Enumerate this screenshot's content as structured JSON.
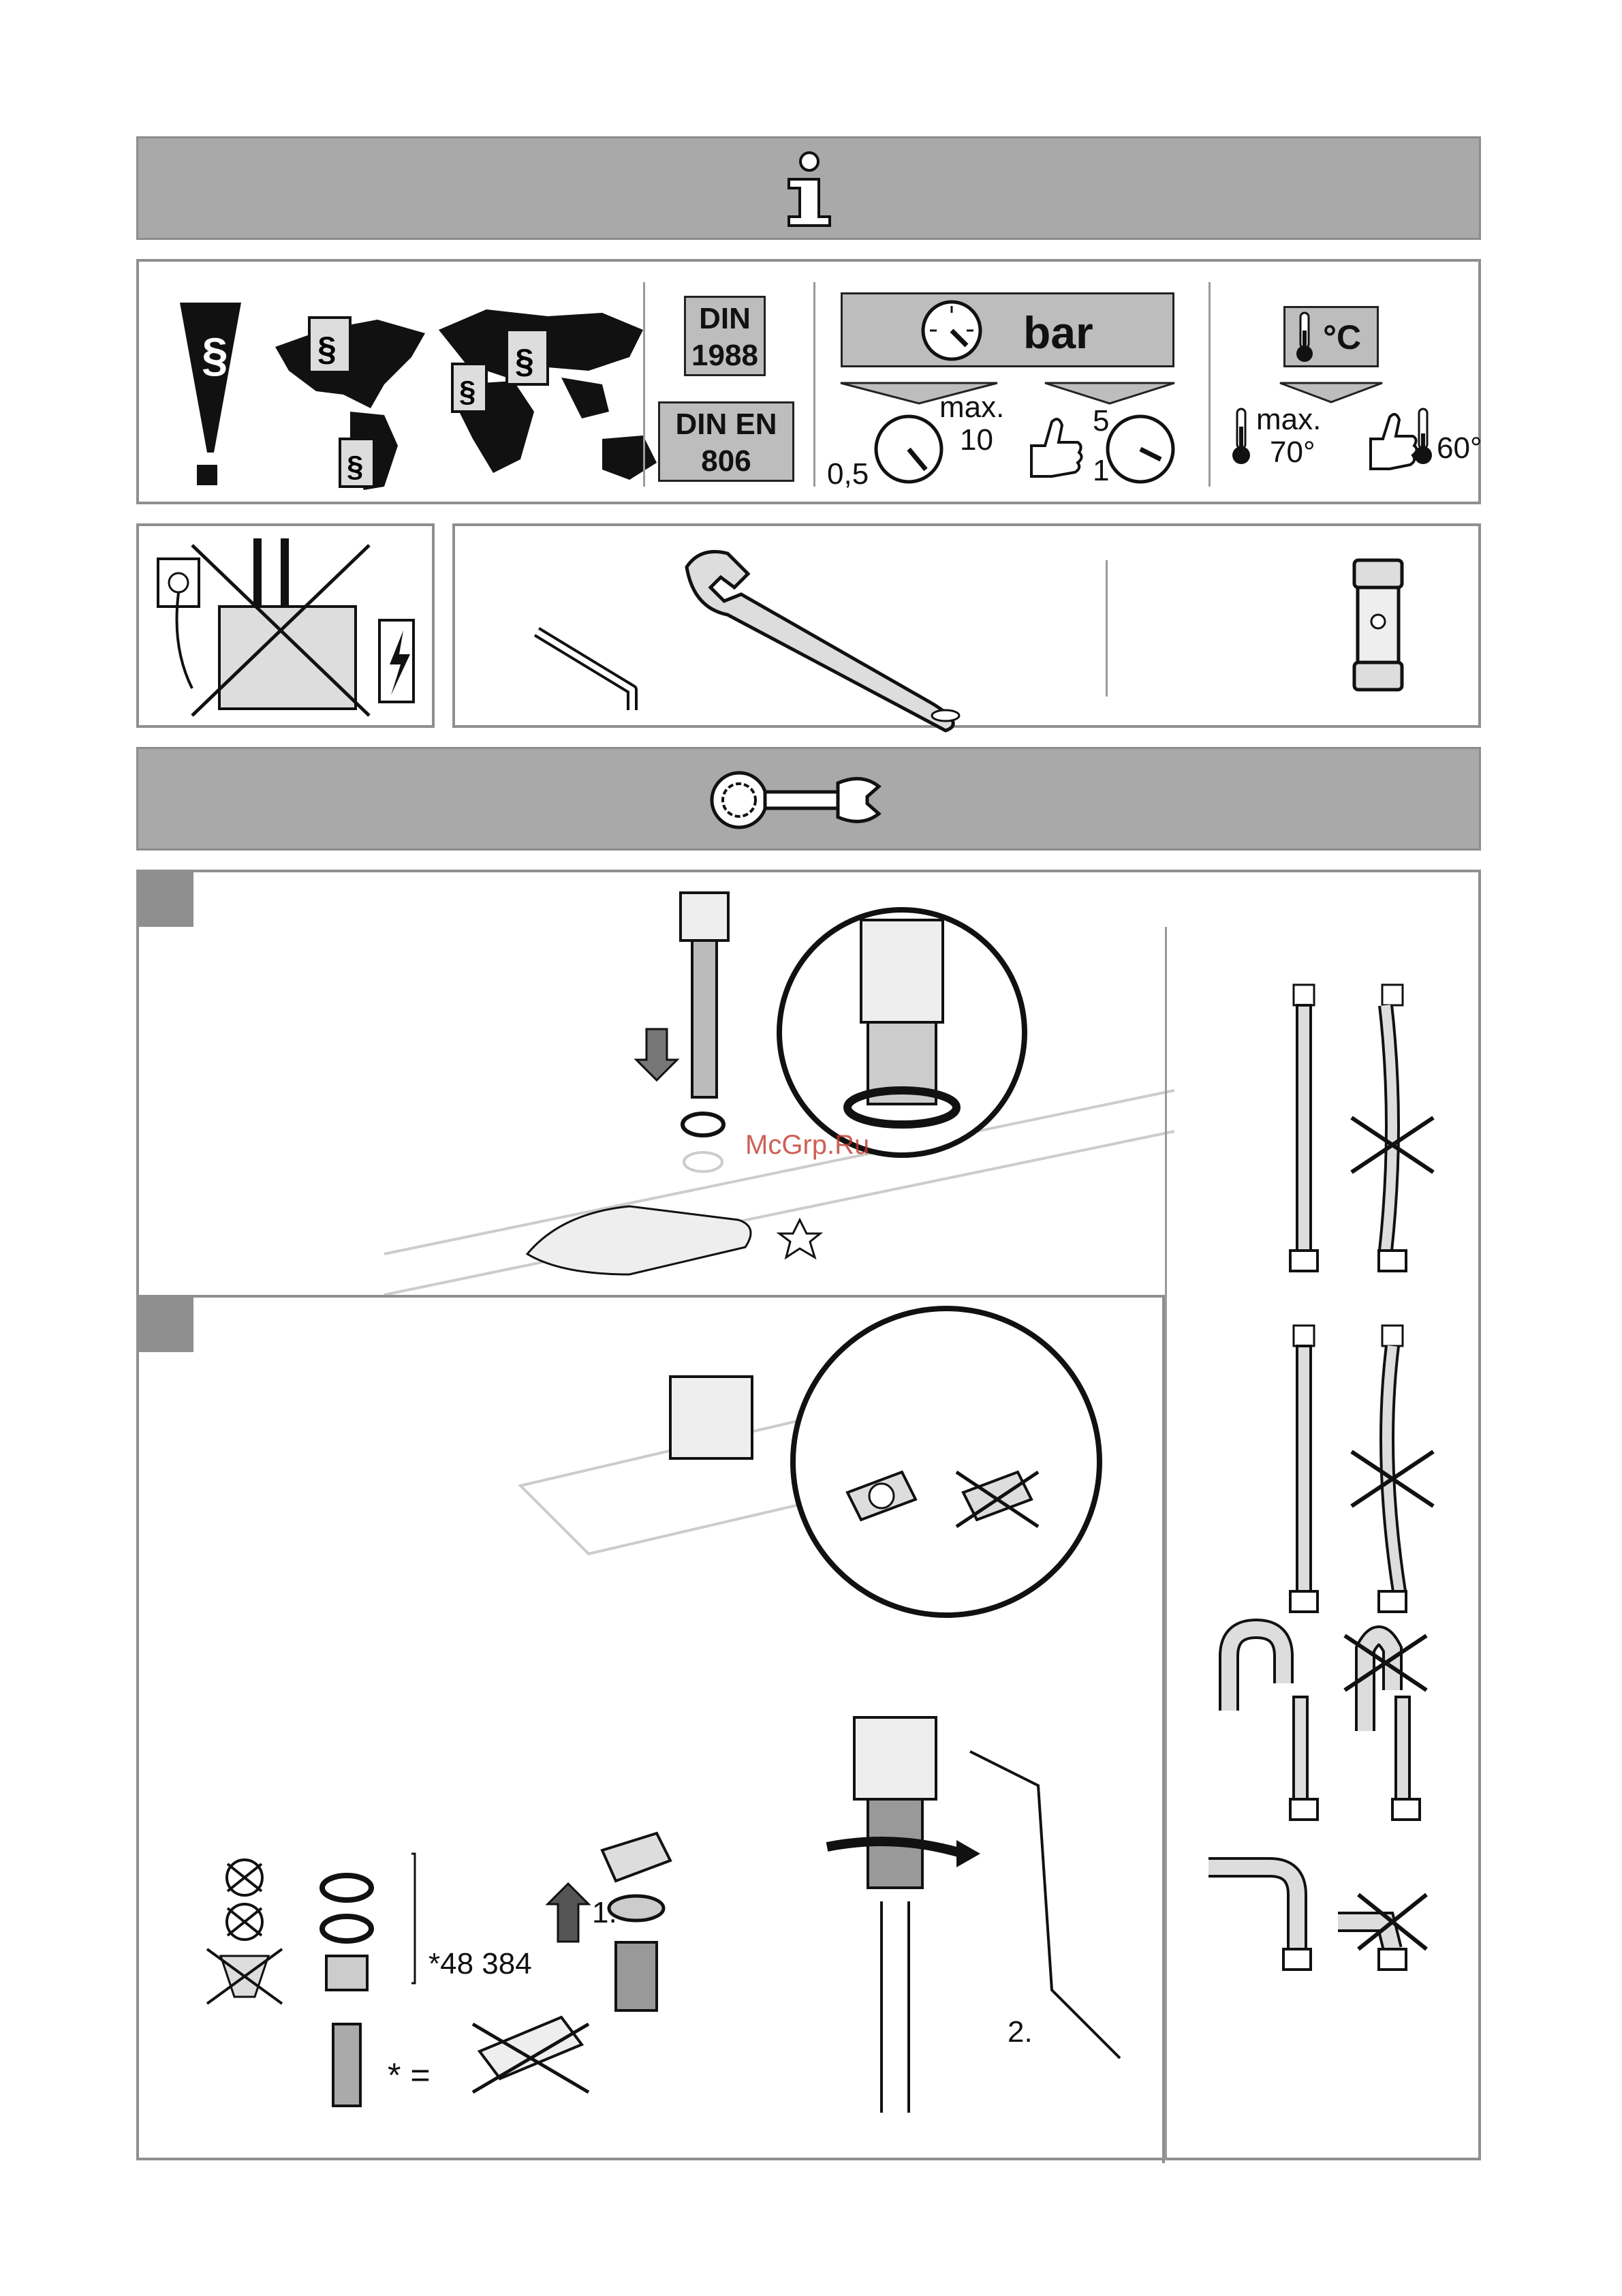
{
  "header": {
    "info_icon": "info-i-icon"
  },
  "standards": {
    "din_1": "DIN\n1988",
    "din_2": "DIN  EN\n806",
    "pressure_unit": "bar",
    "max_label": "max.",
    "max_value": "10",
    "min_value": "0,5",
    "recommended_high": "5",
    "recommended_low": "1",
    "temp_unit": "°C",
    "temp_max_label": "max.",
    "temp_max_value": "70°",
    "temp_recommended": "60°"
  },
  "tools": {
    "icons": [
      "hex-key-icon",
      "adjustable-wrench-icon",
      "socket-tool-icon"
    ]
  },
  "assembly": {
    "header_icon": "spanner-icon"
  },
  "step2": {
    "order_number": "*48 384",
    "asterisk_eq": "* =",
    "step_one": "1.",
    "step_two": "2."
  },
  "watermark": "McGrp.Ru",
  "colors": {
    "band": "#a9a9a9",
    "frame": "#8f8f8f",
    "label_box": "#bdbdbd",
    "watermark": "#c0392b"
  }
}
